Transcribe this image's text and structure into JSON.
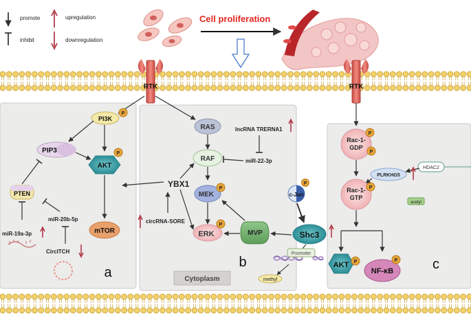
{
  "legend": {
    "promote": "promote",
    "inhibit": "inhibit",
    "upregulation": "upregulation",
    "downregulation": "downregulation"
  },
  "header": {
    "title": "Cell proliferation"
  },
  "receptors": {
    "left": "RTK",
    "right": "RTK"
  },
  "panel_a": {
    "tag": "a",
    "pi3k": "PI3K",
    "pip3": "PIP3",
    "akt": "AKT",
    "pten": "PTEN",
    "mtor": "mTOR",
    "mir19a": "miR-19a-3p",
    "mir20b": "miR-20b-5p",
    "circitch": "CircITCH",
    "phospho": "P"
  },
  "panel_b": {
    "tag": "b",
    "ras": "RAS",
    "raf": "RAF",
    "mek": "MEK",
    "erk": "ERK",
    "mvp": "MVP",
    "ybx1": "YBX1",
    "lncrna": "lncRNA TRERNA1",
    "mir22": "miR-22-3p",
    "circsore": "circRNA-SORE",
    "cytoplasm": "Cytoplasm",
    "cjun": "c-Jun",
    "shc3": "Shc3",
    "promoter": "Promoter",
    "methyl": "methyl",
    "phospho": "P"
  },
  "panel_c": {
    "tag": "c",
    "rac_gdp": "Rac-1-\nGDP",
    "rac_gtp": "Rac-1-\nGTP",
    "hdac2": "HDAC2",
    "plrkhg5": "PLRKHG5",
    "acetyl": "acetyl",
    "akt": "AKT",
    "nfkb": "NF-κB",
    "phospho": "P"
  },
  "colors": {
    "up_arrow": "#b23a48",
    "membrane_head": "#f2d16b",
    "membrane_outline": "#c9a23a",
    "panel_bg": "#ececeb",
    "rtk": "#e0645c",
    "p_badge": "#e8a43a"
  },
  "icons": [
    "cell-icon",
    "blood-vessel-icon",
    "down-arrow-outline-icon",
    "dna-icon",
    "circrna-icon",
    "microrna-icon"
  ]
}
